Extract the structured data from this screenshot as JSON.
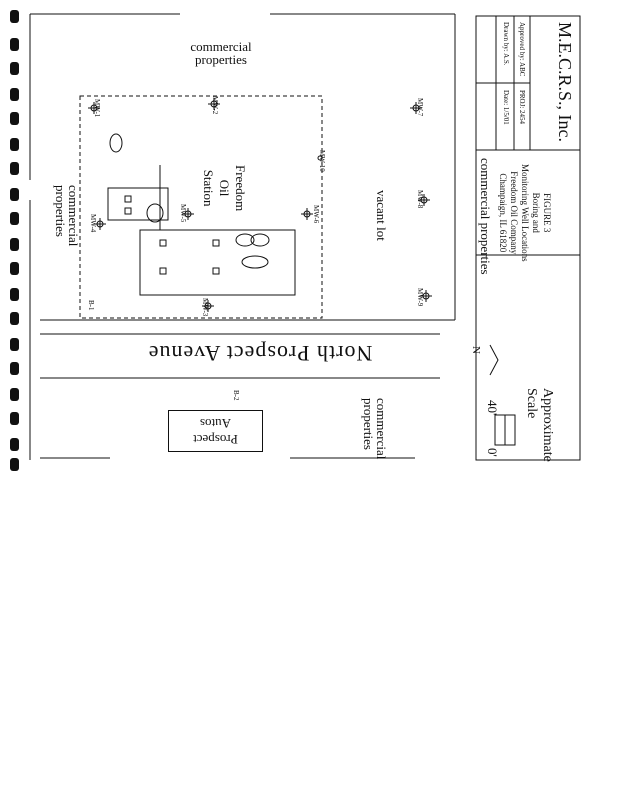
{
  "map": {
    "top_label_1": "commercial",
    "top_label_2": "properties",
    "left_label_1": "commercial",
    "left_label_2": "properties",
    "station_label_1": "Freedom",
    "station_label_2": "Oil",
    "station_label_3": "Station",
    "vacant_lot": "vacant lot",
    "right_label": "commercial properties",
    "street": "North Prospect Avenue",
    "bottom_label_1": "commercial",
    "bottom_label_2": "properties",
    "business_1": "Prospect",
    "business_2": "Autos",
    "north": "N",
    "scale_zero": "0'",
    "scale_forty": "40'",
    "scale_label_1": "Approximate",
    "scale_label_2": "Scale",
    "wells": [
      "MW-1",
      "MW-2",
      "MW-3",
      "MW-4",
      "MW-5",
      "MW-6",
      "MW-7",
      "MW-8",
      "MW-9",
      "MW-10",
      "B-1",
      "B-2"
    ]
  },
  "title_block": {
    "figure": "FIGURE 3",
    "line_2": "Boring and",
    "line_3": "Monitoring Well Locations",
    "line_4": "Freedom Oil Company",
    "line_5": "Champaign, IL 61820",
    "date": "Date: 1/5/01",
    "proj": "PROJ: 2454",
    "drawn": "Drawn by: A.S.",
    "approved": "Approved by: ABC",
    "company": "M.E.C.R.S., Inc."
  }
}
